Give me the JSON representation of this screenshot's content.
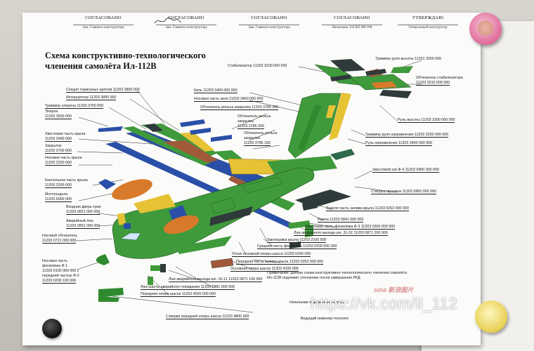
{
  "approvals": [
    {
      "heading": "СОГЛАСОВАНО",
      "sub": "Зам. Главного конструктора"
    },
    {
      "heading": "СОГЛАСОВАНО",
      "sub": "Зам. Главного конструктора"
    },
    {
      "heading": "СОГЛАСОВАНО",
      "sub": "Зам. Главного конструктора"
    },
    {
      "heading": "СОГЛАСОВАНО",
      "sub": "Начальник 358 ВП МО РФ"
    },
    {
      "heading": "УТВЕРЖДАЮ",
      "sub": "Генеральный конструктор"
    }
  ],
  "title_line1": "Схема конструктивно-технологического",
  "title_line2": "членения самолёта Ил-112В",
  "labels": {
    "l01": "Стабилизатор 11203 3100 000 000",
    "l02": "Триммер руля высоты 11201 3200 000",
    "l03": "Обтекатель стабилизатора",
    "l04": "11203 3010 000 000",
    "l05": "Руль высоты 11203 3200 000 000",
    "l06": "Триммер руля направления 11203 3330 000 000",
    "l07": "Руль направления 11203 3400 000 000",
    "l08": "Киль 11203 3400 000 000",
    "l09": "Носовая часть киля 11203 3460 000 000",
    "l10": "Обтекатель рельса закрылка 11203 3785 300",
    "l11": "Обтекатель рельса",
    "l12": "закрылка",
    "l13": "11203 3785 200",
    "l14": "Обтекатель рельса",
    "l15": "закрылка",
    "l16": "11203 3785 100",
    "l17": "Секция тормозных щитков 11203 3800 000",
    "l18": "Интерцептор 11203 3850 000",
    "l19": "Триммер элерона 11203 3760 000",
    "l20": "Элерон",
    "l21": "11203 3500 000",
    "l22": "Хвостовая часть крыла",
    "l23": "11203 2400 000",
    "l24": "Закрылок",
    "l25": "11203 3700 000",
    "l26": "Носовая часть крыла",
    "l27": "11203 2200 000",
    "l28": "Консольная часть крыла",
    "l29": "11203 2300 000",
    "l30": "Мотогондола",
    "l31": "11203 6900 000",
    "l32": "Входная дверь-трап",
    "l33": "11203 0821 000 000",
    "l34": "Аварийный люк",
    "l35": "11203 0851 000 000",
    "l36": "Носовой обтекатель",
    "l37": "11203 0721 000 000",
    "l38": "Носовая часть",
    "l39": "фюзеляжа Ф-1",
    "l40": "11203 0100 000 000 с",
    "l41": "передней частью Ф-2",
    "l42": "11203 0200 100 000",
    "l43": "Хвостовой кок Ф-4 11203 0400 000 000",
    "l44": "Створка грузовая 11203 0860 000 000",
    "l45": "Задняя часть залива крыла 11203 0263 000 000",
    "l46": "Рампа 11203 0841 000 000",
    "l47": "Хвостовая часть фюзеляжа Ф-3 11203 0300 000 000",
    "l48": "Люк аварийного выхода шп. 31-32 11203 0871 200 000",
    "l49": "Законцовка крыла 11203 2100 500",
    "l50": "Средняя часть фюзеляжа 11203 0200 000 000",
    "l51": "Отсек основной опоры шасси 11203 0240 000",
    "l52": "Передняя часть залива крыла 11203 0263 000 000",
    "l53": "Основная опора шасси 11203 4100 000",
    "l54": "Люк аварийного выхода шп. 10-11 11203 0871 100 000",
    "l55": "Люк шахты аварийного покидания 11203 0881 000 000",
    "l56": "Передняя опора шасси 11203 4200 000 000",
    "l57": "Створки передней опоры шасси 11203 4800 000"
  },
  "note_lines": [
    "Примечание: данная схема конструктивно-технологического членения самолёта",
    "Ил-112В подлежит уточнению после завершения РКД"
  ],
  "sign1": "Начальник отдела технологий и ...",
  "sign2": "Ведущий инженер-технолог",
  "watermark": "https://vk.com/il_112",
  "sina": "sina 新浪图片",
  "colors": {
    "green": "#3f9a3c",
    "blue": "#2a4fa8",
    "yellow": "#e6c235",
    "orange": "#d87a2a",
    "dark": "#2f3a3a",
    "brown": "#a05a3a"
  }
}
